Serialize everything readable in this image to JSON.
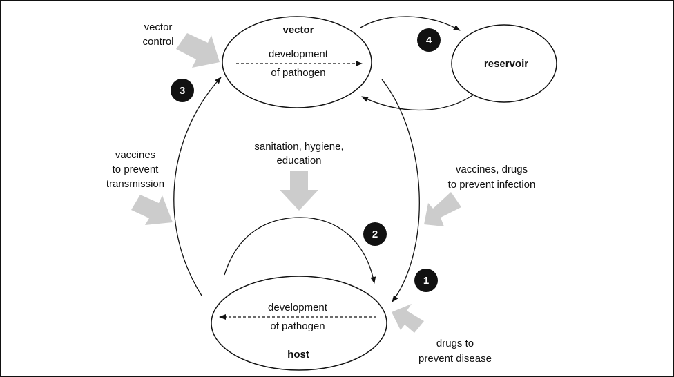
{
  "colors": {
    "frame": "#111111",
    "line": "#111111",
    "intervention_arrow": "#cccccc",
    "badge_fill": "#111111",
    "badge_text": "#ffffff"
  },
  "nodes": {
    "vector": {
      "title": "vector",
      "line1": "development",
      "line2": "of pathogen"
    },
    "reservoir": {
      "title": "reservoir"
    },
    "host": {
      "title": "host",
      "line1": "development",
      "line2": "of pathogen"
    }
  },
  "steps": {
    "s1": "1",
    "s2": "2",
    "s3": "3",
    "s4": "4"
  },
  "interventions": {
    "vector_control": [
      "vector",
      "control"
    ],
    "vaccines_transmission": [
      "vaccines",
      "to prevent",
      "transmission"
    ],
    "sanitation": [
      "sanitation, hygiene,",
      "education"
    ],
    "vaccines_drugs_infection": [
      "vaccines, drugs",
      "to prevent infection"
    ],
    "drugs_disease": [
      "drugs to",
      "prevent disease"
    ]
  }
}
